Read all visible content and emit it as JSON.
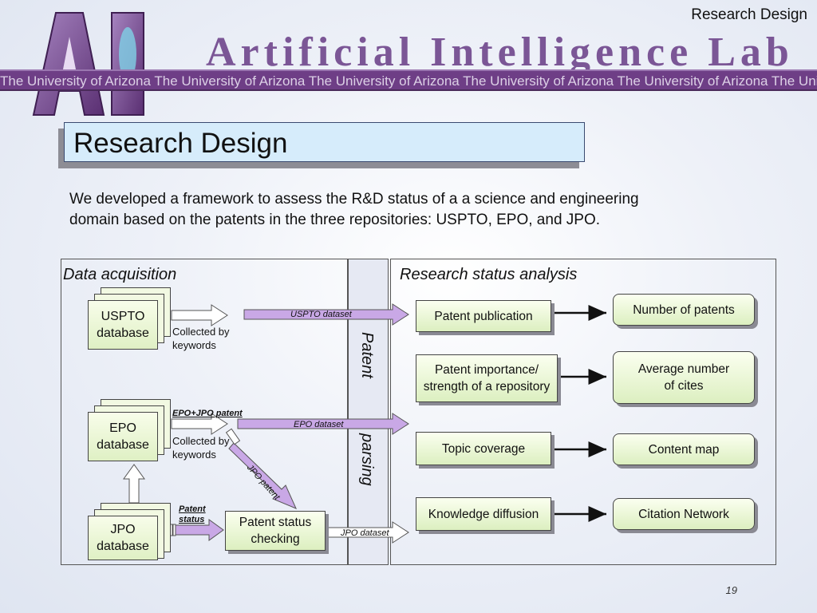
{
  "corner_title": "Research Design",
  "logo": {
    "letters": "AI",
    "title": "Artificial Intelligence Lab"
  },
  "band_text": "The University of Arizona  The University of Arizona  The University of Arizona  The University of Arizona  The University of Arizona  The University of Arizona",
  "section_title": "Research Design",
  "intro_line1": "We developed a framework to assess the R&D status of a a science and engineering",
  "intro_line2": "domain based on the patents in the three repositories: USPTO, EPO, and JPO.",
  "diagram": {
    "left_header": "Data acquisition",
    "right_header": "Research status analysis",
    "parse_word1": "Patent",
    "parse_word2": "parsing",
    "uspto_db": [
      "USPTO",
      "database"
    ],
    "epo_db": [
      "EPO",
      "database"
    ],
    "jpo_db": [
      "JPO",
      "database"
    ],
    "collected1": [
      "Collected by",
      "keywords"
    ],
    "collected2": [
      "Collected by",
      "keywords"
    ],
    "epo_jpo_patent": "EPO+JPO patent",
    "patent_status": [
      "Patent",
      "status"
    ],
    "uspto_dataset": "USPTO dataset",
    "epo_dataset": "EPO dataset",
    "jpo_dataset": "JPO dataset",
    "jpo_patent": "JPO patent",
    "status_check": [
      "Patent status",
      "checking"
    ],
    "analysis": [
      {
        "left": [
          "Patent publication"
        ],
        "right": [
          "Number of patents"
        ]
      },
      {
        "left": [
          "Patent importance/",
          "strength of a repository"
        ],
        "right": [
          "Average number",
          "of cites"
        ]
      },
      {
        "left": [
          "Topic coverage"
        ],
        "right": [
          "Content map"
        ]
      },
      {
        "left": [
          "Knowledge diffusion"
        ],
        "right": [
          "Citation Network"
        ]
      }
    ]
  },
  "page_number": "19",
  "colors": {
    "logo_purple": "#7b5696",
    "band_purple": "#6e3e86",
    "box_green": "#dcefc0",
    "arrow_fill": "#c9a8e6",
    "title_blue": "#d6ecfb"
  }
}
